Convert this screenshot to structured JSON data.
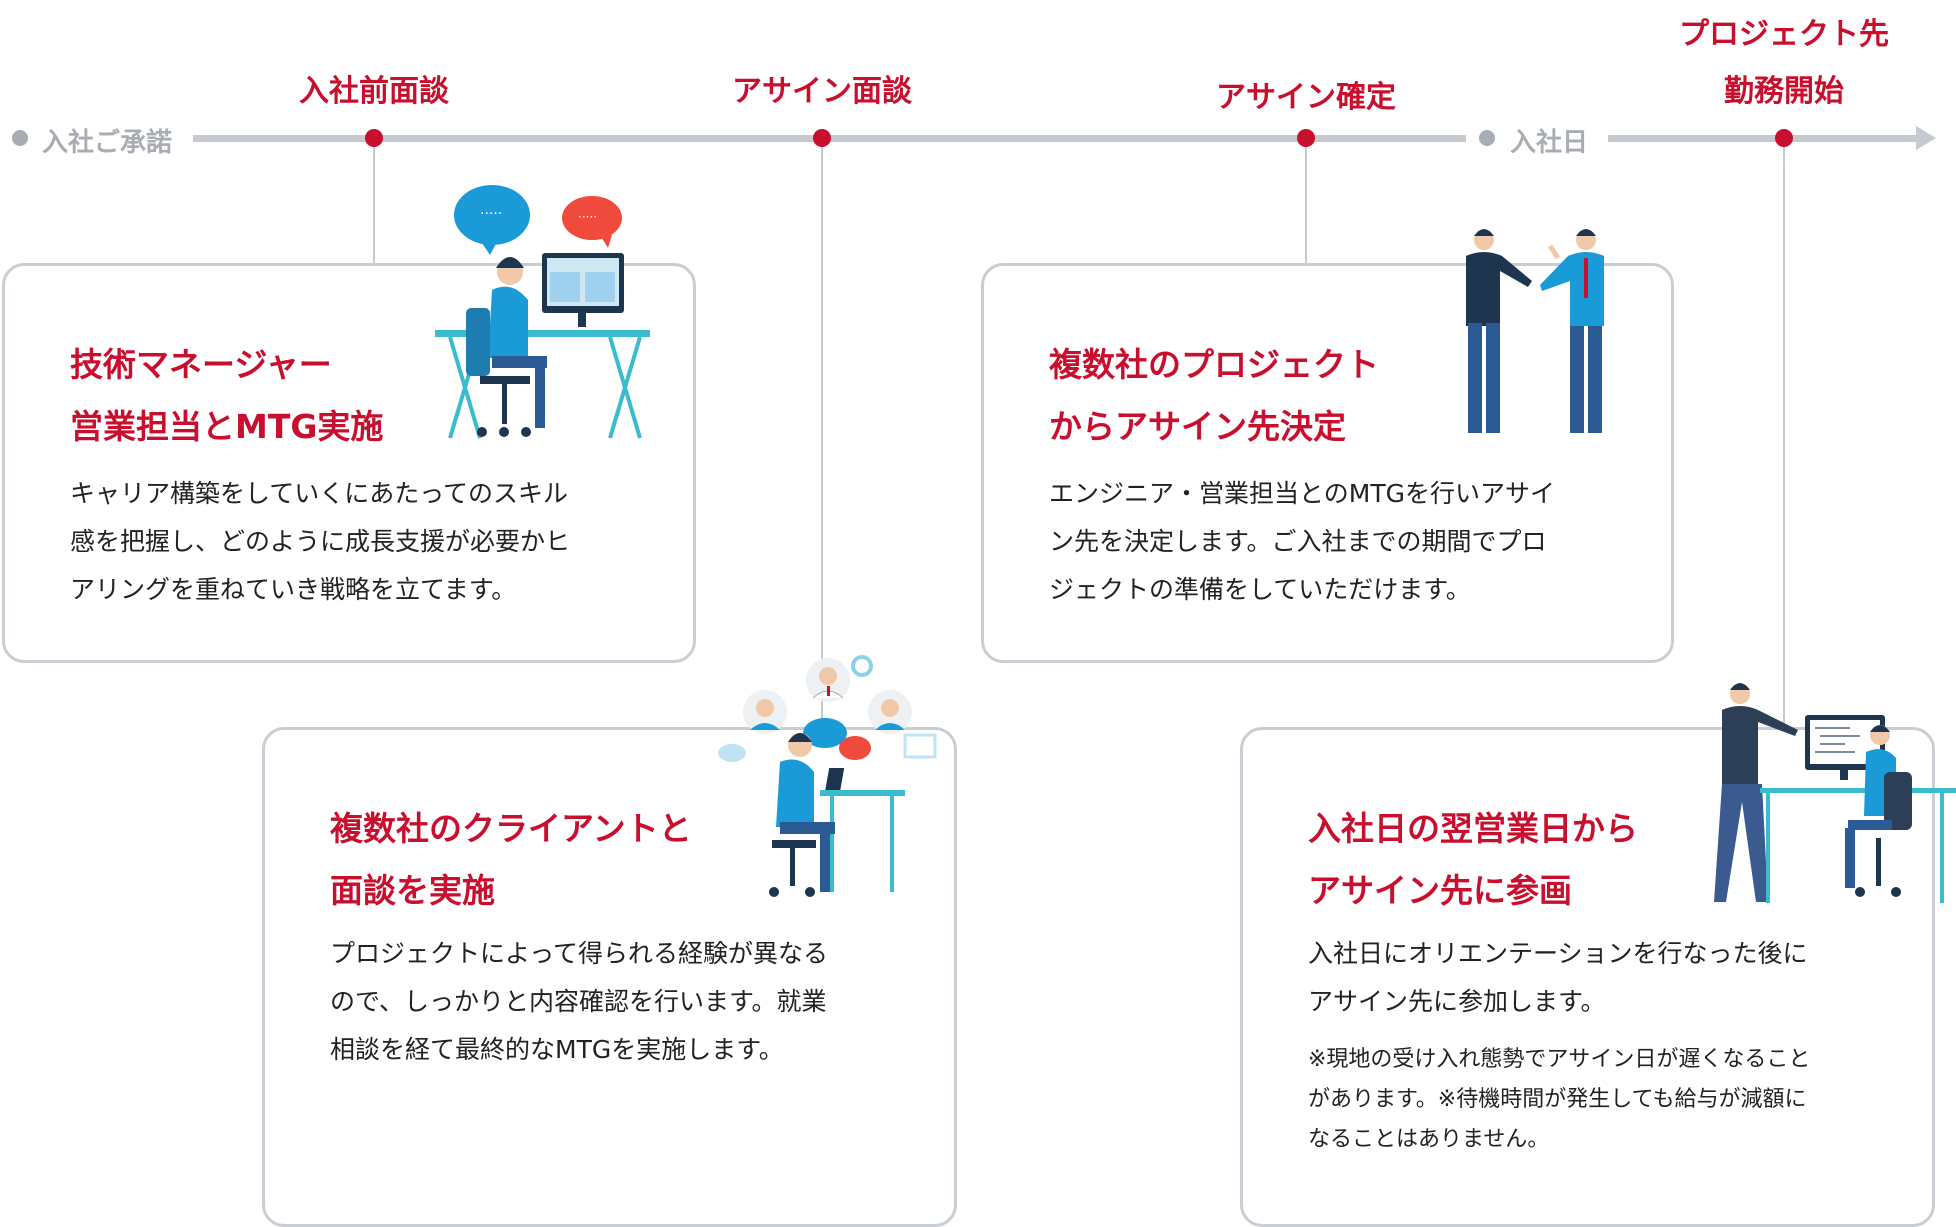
{
  "timeline": {
    "start_label": "入社ご承諾",
    "join_label": "入社日",
    "milestones": [
      {
        "label": "入社前面談"
      },
      {
        "label": "アサイン面談"
      },
      {
        "label": "アサイン確定"
      },
      {
        "label_line1": "プロジェクト先",
        "label_line2": "勤務開始"
      }
    ]
  },
  "cards": [
    {
      "title_line1": "技術マネージャー",
      "title_line2": "営業担当とMTG実施",
      "body": [
        "キャリア構築をしていくにあたってのスキル",
        "感を把握し、どのように成長支援が必要かヒ",
        "アリングを重ねていき戦略を立てます。"
      ]
    },
    {
      "title_line1": "複数社のクライアントと",
      "title_line2": "面談を実施",
      "body": [
        "プロジェクトによって得られる経験が異なる",
        "ので、しっかりと内容確認を行います。就業",
        "相談を経て最終的なMTGを実施します。"
      ]
    },
    {
      "title_line1": "複数社のプロジェクト",
      "title_line2": "からアサイン先決定",
      "body": [
        "エンジニア・営業担当とのMTGを行いアサイ",
        "ン先を決定します。ご入社までの期間でプロ",
        "ジェクトの準備をしていただけます。"
      ]
    },
    {
      "title_line1": "入社日の翌営業日から",
      "title_line2": "アサイン先に参画",
      "body": [
        "入社日にオリエンテーションを行なった後に",
        "アサイン先に参加します。"
      ],
      "note": [
        "※現地の受け入れ態勢でアサイン日が遅くなること",
        "があります。※待機時間が発生しても給与が減額に",
        "なることはありません。"
      ]
    }
  ],
  "colors": {
    "accent": "#c8102e",
    "line": "#c5cad0",
    "muted": "#a8adb3",
    "blue": "#1a9ad6"
  }
}
